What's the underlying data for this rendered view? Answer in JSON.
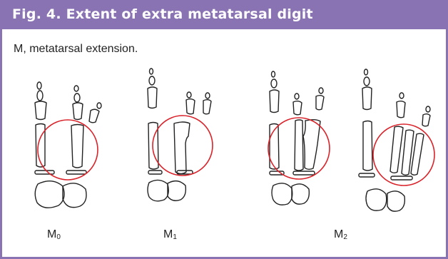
{
  "header": {
    "title": "Fig. 4. Extent of extra metatarsal digit"
  },
  "caption": "M, metatarsal extension.",
  "panels": [
    {
      "letter": "M",
      "sub": "0"
    },
    {
      "letter": "M",
      "sub": "1"
    },
    {
      "letter": "M",
      "sub": "2"
    }
  ],
  "colors": {
    "frame": "#8a73b3",
    "circle": "#d9232a",
    "line": "#222222"
  }
}
